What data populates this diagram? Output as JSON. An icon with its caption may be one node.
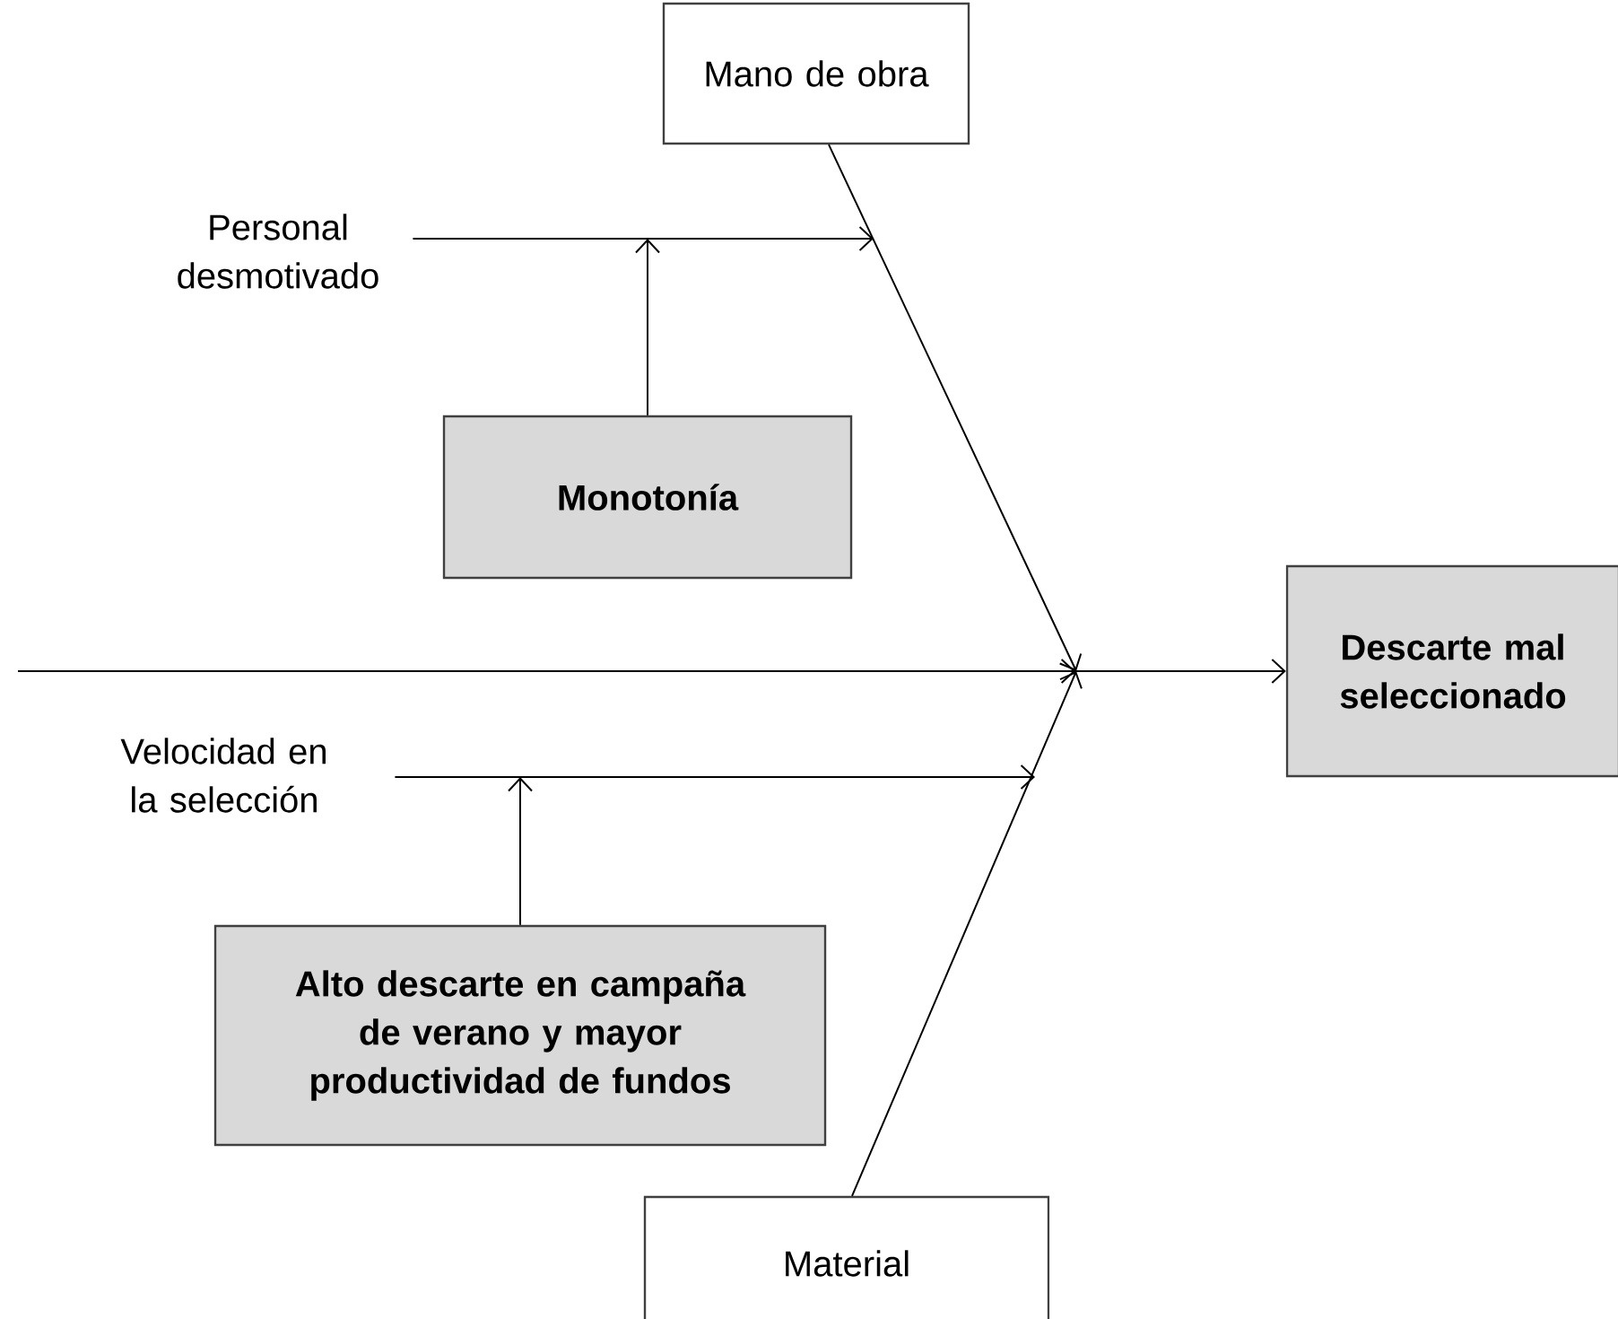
{
  "diagram": {
    "nodes": [
      {
        "text": [
          "Mano de obra"
        ]
      },
      {
        "text": [
          "Personal desmotivado"
        ]
      },
      {
        "text": [
          "Monotonía"
        ]
      },
      {
        "text": [
          "Descarte mal seleccionado"
        ]
      },
      {
        "text": [
          "Velocidad en la selección"
        ]
      },
      {
        "text": [
          "Alto descarte en campaña de verano y mayor productividad de fundos"
        ]
      },
      {
        "text": [
          "Material"
        ]
      }
    ],
    "edges": [
      {
        "from": 0,
        "to": null,
        "arrow": "to"
      },
      {
        "from": 6,
        "to": null,
        "arrow": "to"
      },
      {
        "from": null,
        "to": 3,
        "arrow": "to"
      },
      {
        "from": 1,
        "to": null,
        "arrow": "to"
      },
      {
        "from": 2,
        "to": null,
        "arrow": "to"
      },
      {
        "from": 4,
        "to": null,
        "arrow": "to"
      },
      {
        "from": 5,
        "to": null,
        "arrow": "to"
      }
    ]
  }
}
